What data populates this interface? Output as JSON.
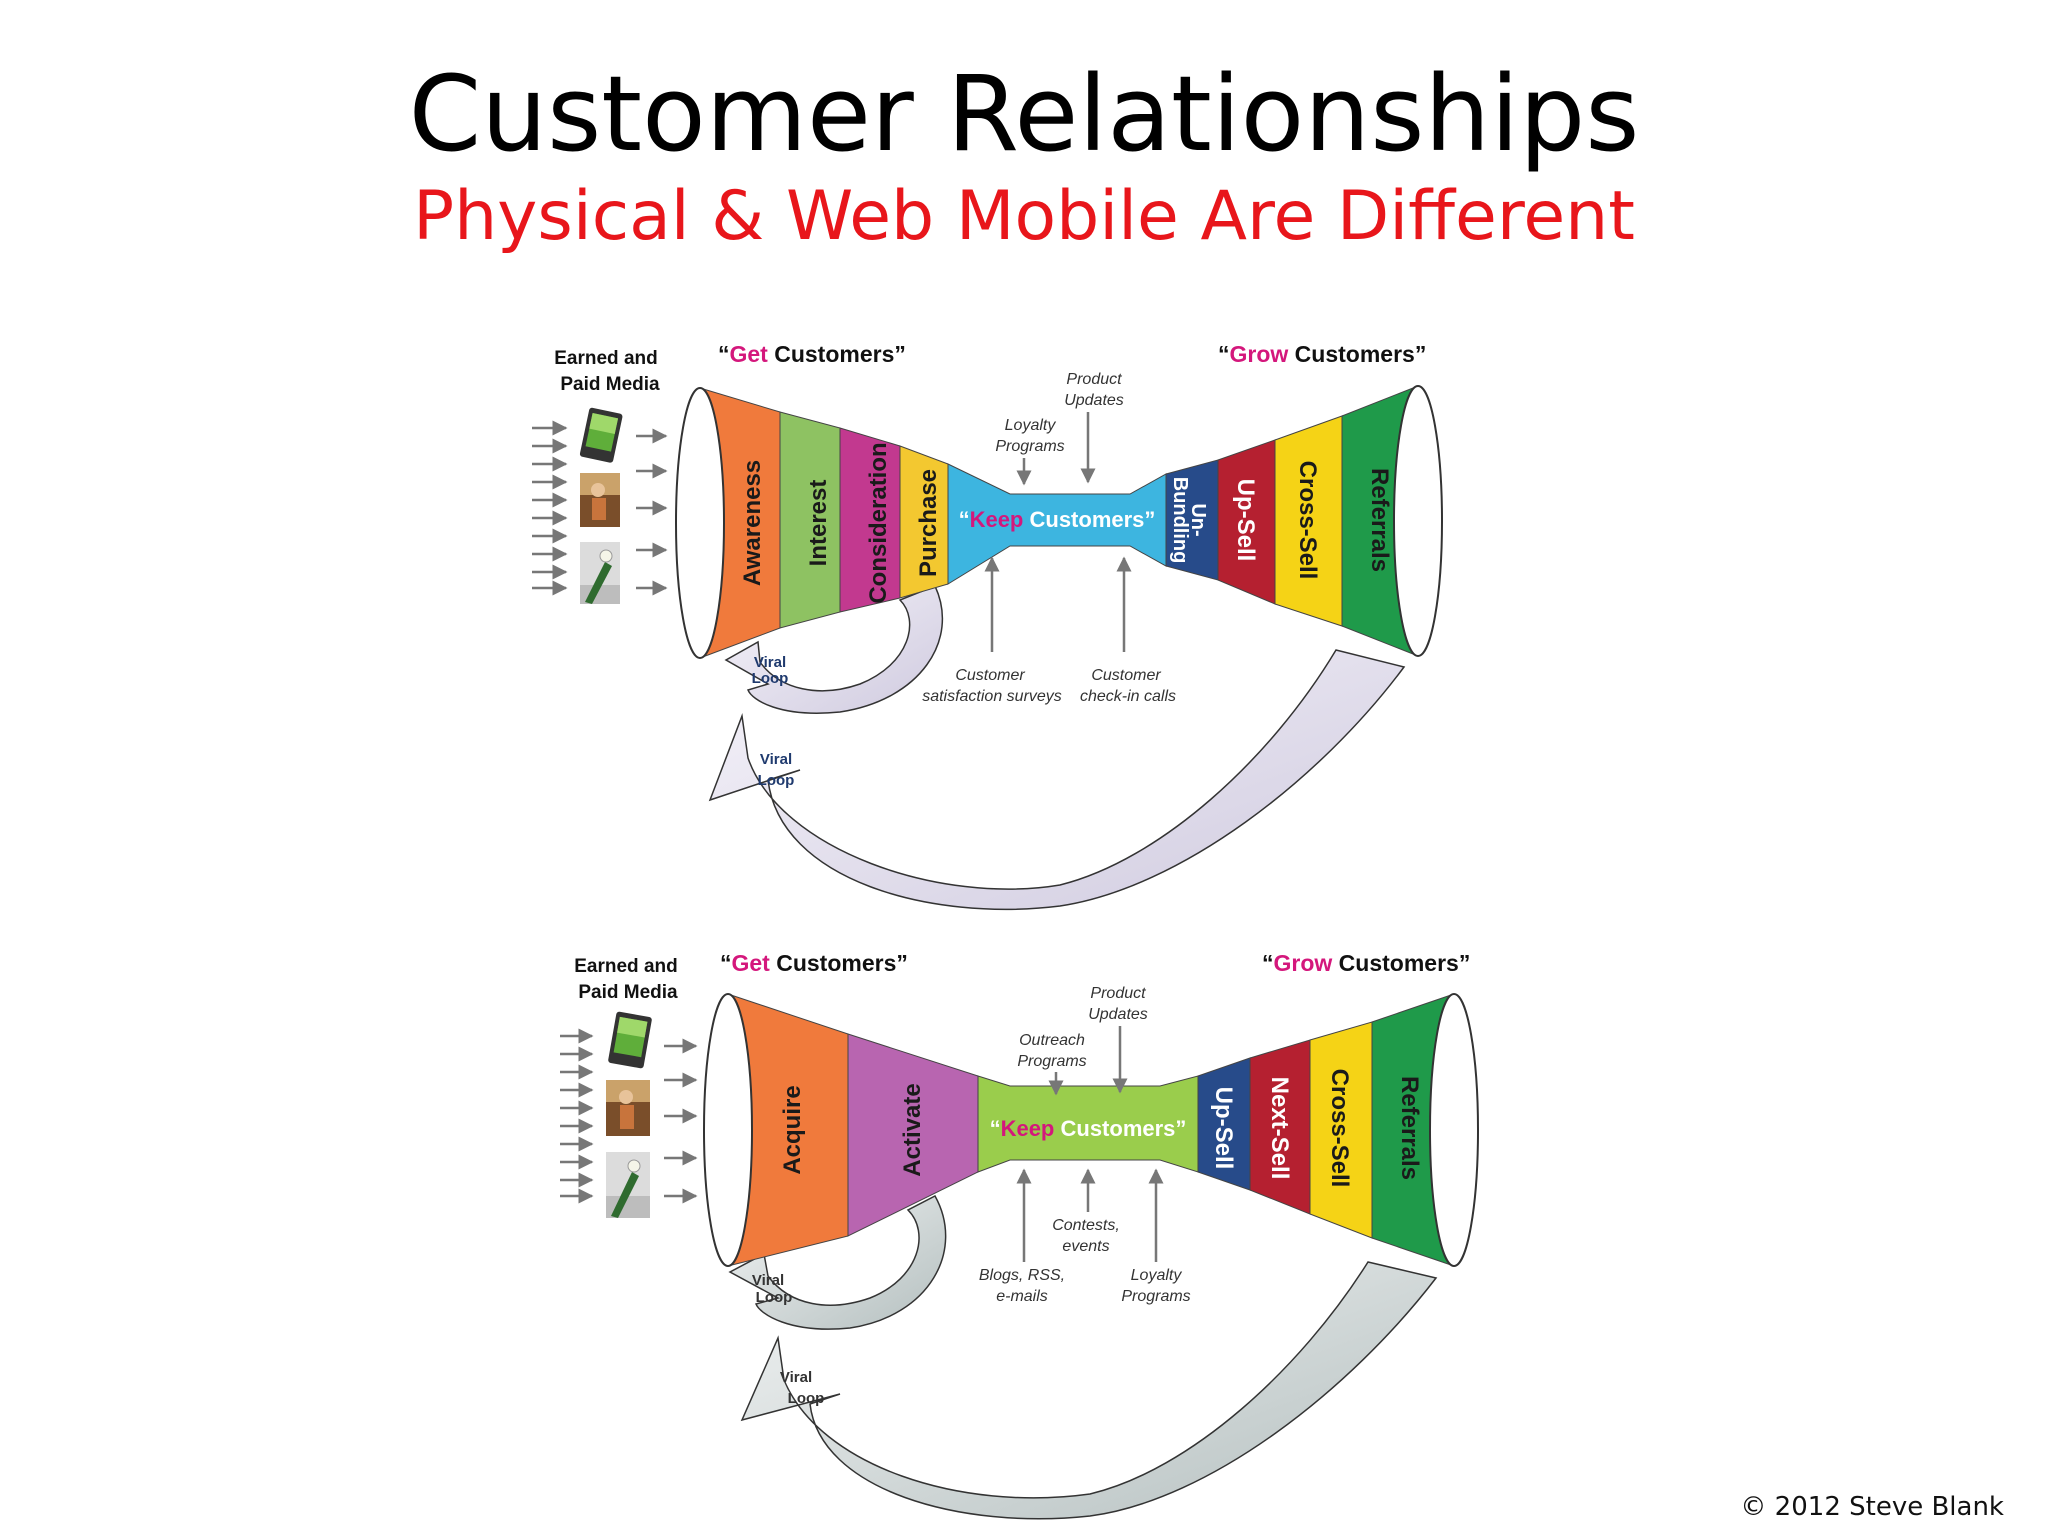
{
  "title": "Customer Relationships",
  "subtitle": "Physical & Web Mobile Are Different",
  "copyright": "© 2012 Steve Blank",
  "colors": {
    "subtitle": "#e8161b",
    "keyword_magenta": "#d4177c",
    "awareness": "#f07a3c",
    "interest": "#8ec262",
    "consideration": "#c2398f",
    "purchase": "#f3c830",
    "keep_physical": "#3db5e0",
    "keep_web": "#9acd4c",
    "unbundling": "#274b8a",
    "upsell": "#b52030",
    "cross_sell": "#f5d316",
    "referrals": "#1f9a4a",
    "acquire": "#f07a3c",
    "activate": "#b865b0"
  },
  "physical": {
    "media_line1": "Earned and",
    "media_line2": "Paid Media",
    "get_open": "“",
    "get_keyword": "Get",
    "get_rest": " Customers”",
    "grow_open": "“",
    "grow_keyword": "Grow",
    "grow_rest": " Customers”",
    "keep_open": "“",
    "keep_keyword": "Keep",
    "keep_rest": " Customers”",
    "stages_left": [
      "Awareness",
      "Interest",
      "Consideration",
      "Purchase"
    ],
    "stages_right": [
      "Un-",
      "Bundling",
      "Up-Sell",
      "Cross-Sell",
      "Referrals"
    ],
    "note_product_1": "Product",
    "note_product_2": "Updates",
    "note_loyalty_1": "Loyalty",
    "note_loyalty_2": "Programs",
    "note_survey_1": "Customer",
    "note_survey_2": "satisfaction surveys",
    "note_checkin_1": "Customer",
    "note_checkin_2": "check-in calls",
    "loop_small_1": "Viral",
    "loop_small_2": "Loop",
    "loop_big_1": "Viral",
    "loop_big_2": "Loop"
  },
  "web": {
    "media_line1": "Earned and",
    "media_line2": "Paid Media",
    "get_open": "“",
    "get_keyword": "Get",
    "get_rest": " Customers”",
    "grow_open": "“",
    "grow_keyword": "Grow",
    "grow_rest": " Customers”",
    "keep_open": "“",
    "keep_keyword": "Keep",
    "keep_rest": " Customers”",
    "stages_left": [
      "Acquire",
      "Activate"
    ],
    "stages_right": [
      "Up-Sell",
      "Next-Sell",
      "Cross-Sell",
      "Referrals"
    ],
    "note_product_1": "Product",
    "note_product_2": "Updates",
    "note_outreach_1": "Outreach",
    "note_outreach_2": "Programs",
    "note_contests_1": "Contests,",
    "note_contests_2": "events",
    "note_blogs_1": "Blogs, RSS,",
    "note_blogs_2": "e-mails",
    "note_loyalty_1": "Loyalty",
    "note_loyalty_2": "Programs",
    "loop_small_1": "Viral",
    "loop_small_2": "Loop",
    "loop_big_1": "Viral",
    "loop_big_2": "Loop"
  }
}
